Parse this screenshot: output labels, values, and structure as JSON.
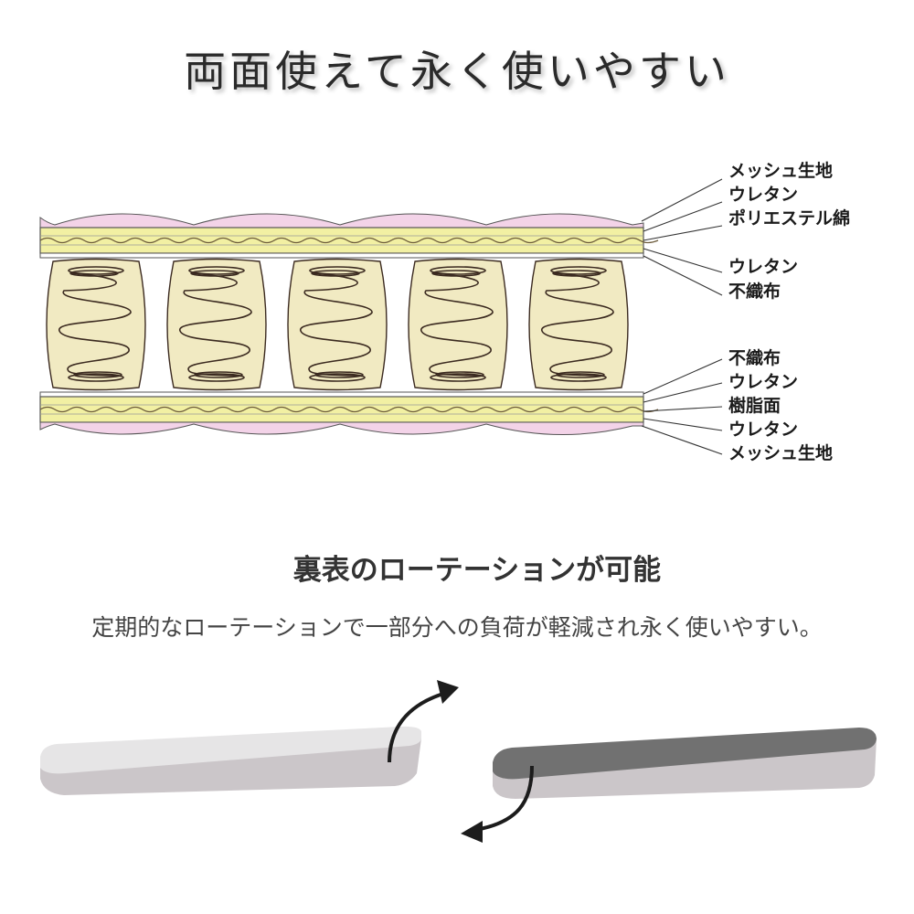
{
  "title": "両面使えて永く使いやすい",
  "layers_top": [
    "メッシュ生地",
    "ウレタン",
    "ポリエステル綿",
    "ウレタン",
    "不織布"
  ],
  "layers_bottom": [
    "不織布",
    "ウレタン",
    "樹脂面",
    "ウレタン",
    "メッシュ生地"
  ],
  "rotation": {
    "heading": "裏表のローテーションが可能",
    "description": "定期的なローテーションで一部分への負荷が軽減され永く使いやすい。"
  },
  "colors": {
    "pink": "#f3d3e8",
    "yellow": "#f2f0a3",
    "spring_fill": "#f1eac2",
    "spring_line": "#3b2a20",
    "mattress_light": "#e6e5e6",
    "mattress_dark": "#717171",
    "mattress_side": "#cbc6c9"
  }
}
